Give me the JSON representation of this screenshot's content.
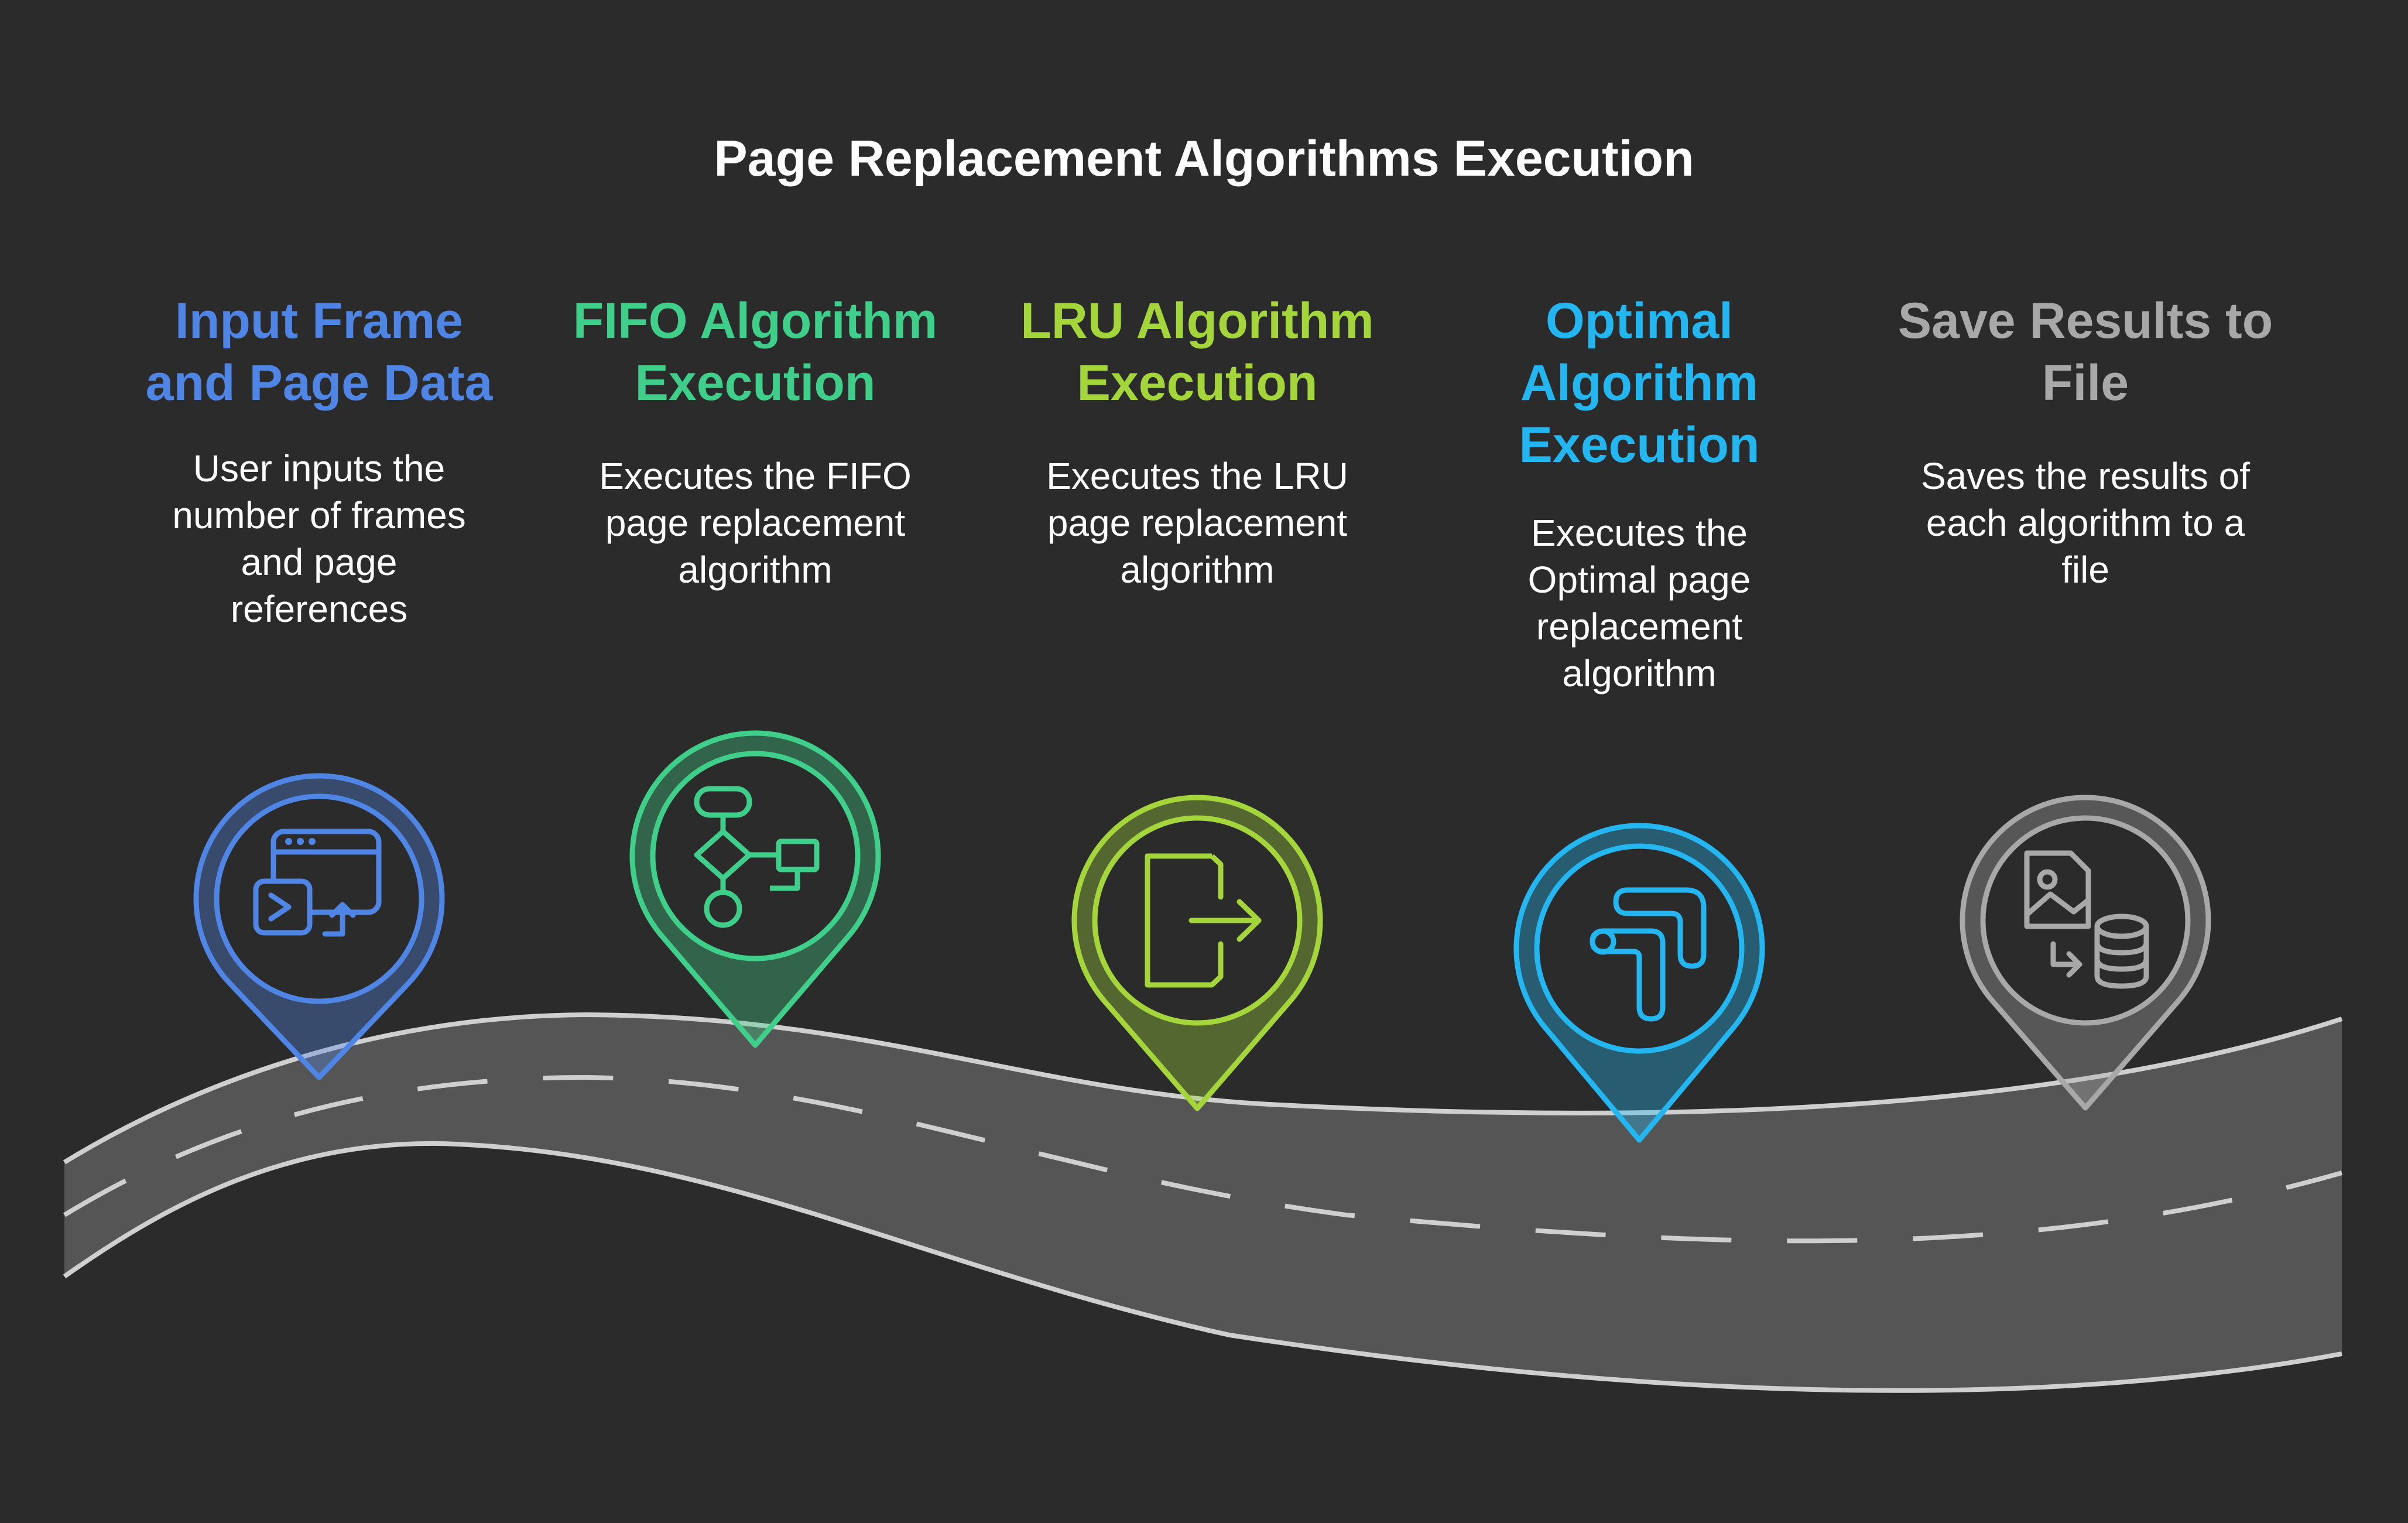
{
  "title": "Page Replacement Algorithms Execution",
  "steps": [
    {
      "title_lines": [
        "Input Frame",
        "and Page Data"
      ],
      "description_lines": [
        "User inputs the",
        "number of frames",
        "and page",
        "references"
      ],
      "color": "#4f86e6",
      "icon": "terminal-window-icon"
    },
    {
      "title_lines": [
        "FIFO Algorithm",
        "Execution"
      ],
      "description_lines": [
        "Executes the FIFO",
        "page replacement",
        "algorithm"
      ],
      "color": "#3fcf8a",
      "icon": "flowchart-icon"
    },
    {
      "title_lines": [
        "LRU Algorithm",
        "Execution"
      ],
      "description_lines": [
        "Executes the LRU",
        "page replacement",
        "algorithm"
      ],
      "color": "#a4d63c",
      "icon": "exit-arrow-icon"
    },
    {
      "title_lines": [
        "Optimal",
        "Algorithm",
        "Execution"
      ],
      "description_lines": [
        "Executes the",
        "Optimal page",
        "replacement",
        "algorithm"
      ],
      "color": "#23b6f0",
      "icon": "route-path-icon"
    },
    {
      "title_lines": [
        "Save Results to",
        "File"
      ],
      "description_lines": [
        "Saves the results of",
        "each algorithm to a",
        "file"
      ],
      "color": "#a8a8a8",
      "icon": "image-to-database-icon"
    }
  ]
}
